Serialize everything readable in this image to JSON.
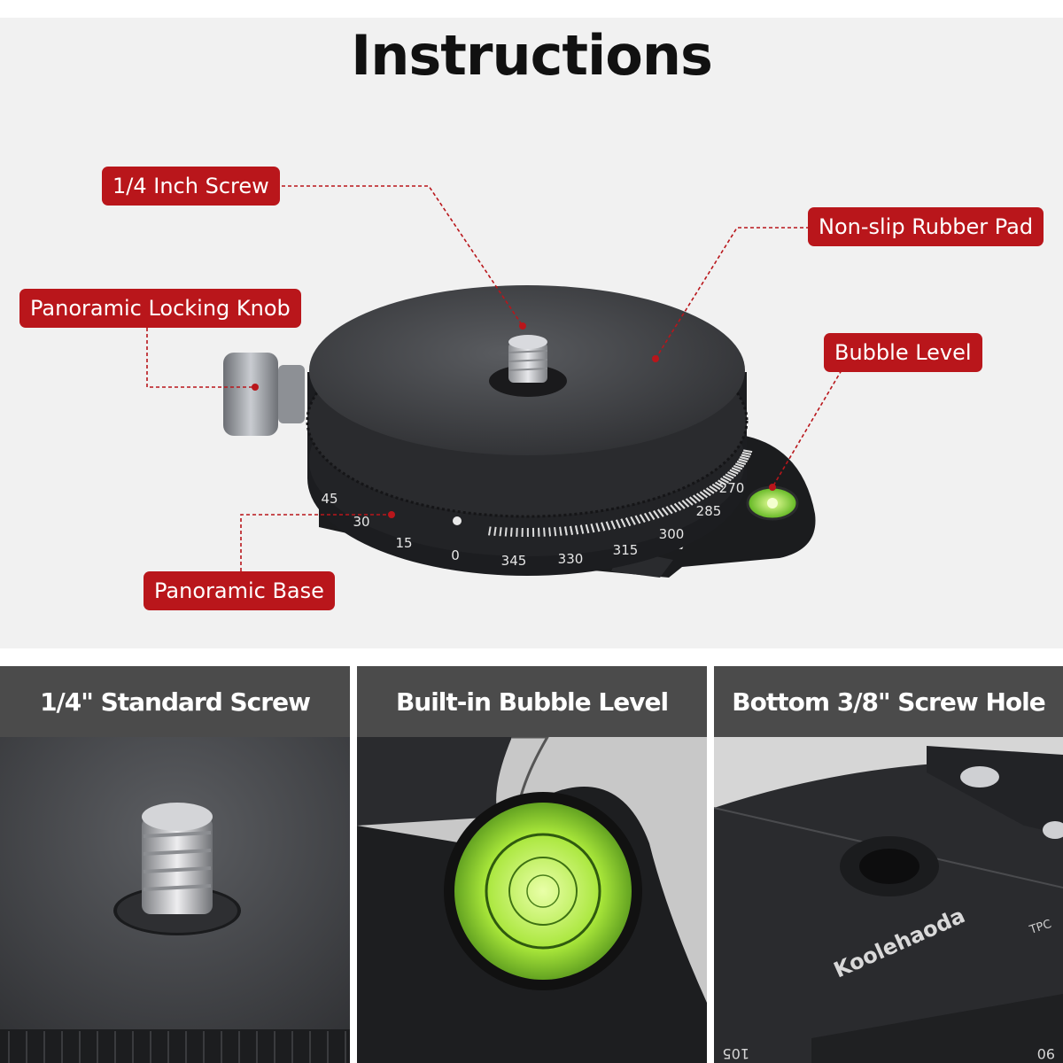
{
  "title": "Instructions",
  "callouts": {
    "screw": "1/4 Inch Screw",
    "rubber_pad": "Non-slip Rubber Pad",
    "locking_knob": "Panoramic Locking Knob",
    "bubble_level": "Bubble Level",
    "base": "Panoramic Base"
  },
  "scale_numbers": [
    "45",
    "30",
    "15",
    "0",
    "345",
    "330",
    "315",
    "300",
    "285",
    "270"
  ],
  "panels": [
    {
      "title": "1/4\" Standard Screw"
    },
    {
      "title": "Built-in Bubble Level"
    },
    {
      "title": "Bottom 3/8\" Screw Hole",
      "brand": "Koolehaoda",
      "marking": "TPC",
      "scale": [
        "105",
        "90"
      ]
    }
  ],
  "colors": {
    "label_red": "#b9161b",
    "panel_header": "#4b4b4b",
    "bubble_green": "#a8e63a",
    "background": "#f1f1f1"
  }
}
